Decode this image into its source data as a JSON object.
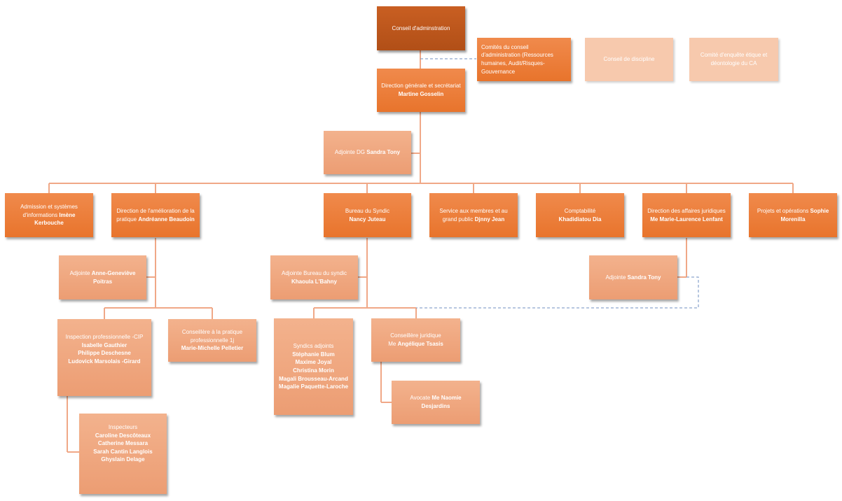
{
  "colors": {
    "dark": "#e8742c",
    "top": "#b85418",
    "light": "#ef a880",
    "pale": "#f7c9ad",
    "connector": "#f0a887",
    "dashed": "#6f8fc0"
  },
  "board": {
    "title": "Conseil d'adminstration"
  },
  "committees": {
    "text": "Comités du conseil d'administration (Ressources humaines, Audit/Risques-Gouvernance"
  },
  "discipline": {
    "text": "Conseil de discipline"
  },
  "ethics": {
    "text": "Comité d'enquête étique et déontologie du CA"
  },
  "dg": {
    "title": "Direction générale  et secrétariat",
    "name": "Martine Gosselin"
  },
  "dg_adjoint": {
    "title": "Adjointe DG ",
    "name": "Sandra Tony"
  },
  "units": {
    "admission": {
      "title": "Admission et systèmes d'informations ",
      "name": "Imène Kerbouche"
    },
    "improvement": {
      "title": "Direction de l'amélioration de la pratique ",
      "name": "Andréanne Beaudoin"
    },
    "syndic": {
      "title": "Bureau du Syndic",
      "name": "Nancy Juteau"
    },
    "members": {
      "title": "Service aux membres  et au grand public ",
      "name": "Djnny Jean"
    },
    "accounting": {
      "title": "Comptabilité",
      "name": "Khadidiatou Dia"
    },
    "legal": {
      "title": "Direction des affaires juridiques",
      "name": "Me Marie-Laurence Lenfant"
    },
    "projects": {
      "title": "Projets et opérations ",
      "name": "Sophie Morenilla"
    }
  },
  "improvement_adjoint": {
    "title": "Adjointe ",
    "name": "Anne-Geneviève Poitras"
  },
  "syndic_adjoint": {
    "title": "Adjointe Bureau du syndic",
    "name": "Khaoula L'Bahny"
  },
  "legal_adjoint": {
    "title": "Adjointe ",
    "name": "Sandra Tony"
  },
  "inspection": {
    "title": "Inspection professionnelle -CIP",
    "names": [
      "Isabelle Gauthier",
      "Philippe Deschesne",
      "Ludovick Marsolais -Girard"
    ]
  },
  "counsellor_practice": {
    "title": "Conseillère à la pratique professionnelle 1j",
    "name": "Marie-Michelle Pelletier"
  },
  "syndics_adjoints": {
    "title": "Syndics adjoints",
    "names": [
      "Stéphanie Blum",
      "Maxime Joyal",
      "Christina Morin",
      "Magali Brousseau-Arcand",
      "Magalie Paquette-Laroche"
    ]
  },
  "legal_counsellor": {
    "title": "Conseillère juridique",
    "prefix": "Me ",
    "name": "Angélique Tsasis"
  },
  "lawyer": {
    "title": "Avocate ",
    "name": "Me Naomie Desjardins"
  },
  "inspectors": {
    "title": "Inspecteurs",
    "names": [
      "Caroline Descôteaux",
      "Catherine Messara",
      "Sarah Cantin Langlois",
      "Ghyslain Delage"
    ]
  }
}
